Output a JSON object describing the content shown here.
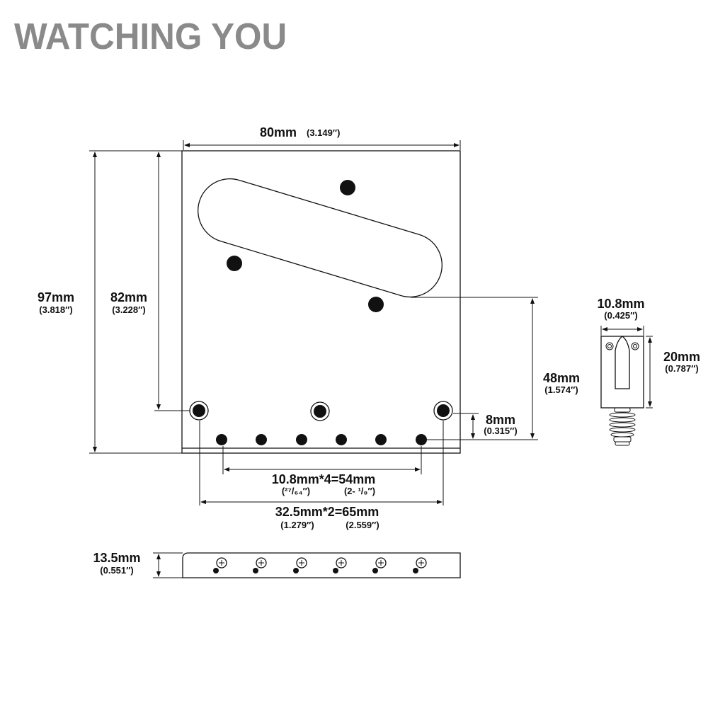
{
  "brand": "WATCHING YOU",
  "dims": {
    "width": {
      "mm": "80mm",
      "in": "(3.149″)"
    },
    "total_height": {
      "mm": "97mm",
      "in": "(3.818″)"
    },
    "mount_height": {
      "mm": "82mm",
      "in": "(3.228″)"
    },
    "pickup_offset": {
      "mm": "48mm",
      "in": "(1.574″)"
    },
    "hole_offset": {
      "mm": "8mm",
      "in": "(0.315″)"
    },
    "string_spacing": {
      "mm": "10.8mm*4=54mm",
      "in1": "(²⁷/₆₄″)",
      "in2": "(2- ¹/₈″)"
    },
    "mount_spacing": {
      "mm": "32.5mm*2=65mm",
      "in1": "(1.279″)",
      "in2": "(2.559″)"
    },
    "side_height": {
      "mm": "13.5mm",
      "in": "(0.551″)"
    },
    "saddle_width": {
      "mm": "10.8mm",
      "in": "(0.425″)"
    },
    "saddle_length": {
      "mm": "20mm",
      "in": "(0.787″)"
    }
  },
  "colors": {
    "brand": "#8a8a8a",
    "line": "#111111"
  }
}
